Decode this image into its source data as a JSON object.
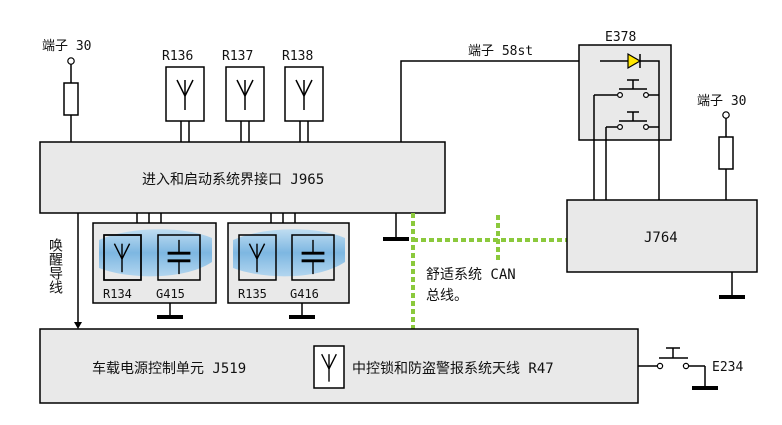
{
  "terminal_30_left": "端子 30",
  "terminal_30_right": "端子 30",
  "terminal_58st": "端子 58st",
  "antennas_top": [
    "R136",
    "R137",
    "R138"
  ],
  "relay_label": "E378",
  "j965_label": "进入和启动系统界接口  J965",
  "j764_label": "J764",
  "j519_label": "车载电源控制单元  J519",
  "r47_label": "中控锁和防盗警报系统天线    R47",
  "wake_line_label": "唤醒导线",
  "can_label_line1": "舒适系统 CAN",
  "can_label_line2": "总线。",
  "module_left": {
    "antenna": "R134",
    "capacitor": "G415"
  },
  "module_right": {
    "antenna": "R135",
    "capacitor": "G416"
  },
  "switch_label": "E234",
  "colors": {
    "can_bus": "#8bc93c",
    "highlight": "#6aaee0",
    "box_fill": "#e9e9e9"
  }
}
